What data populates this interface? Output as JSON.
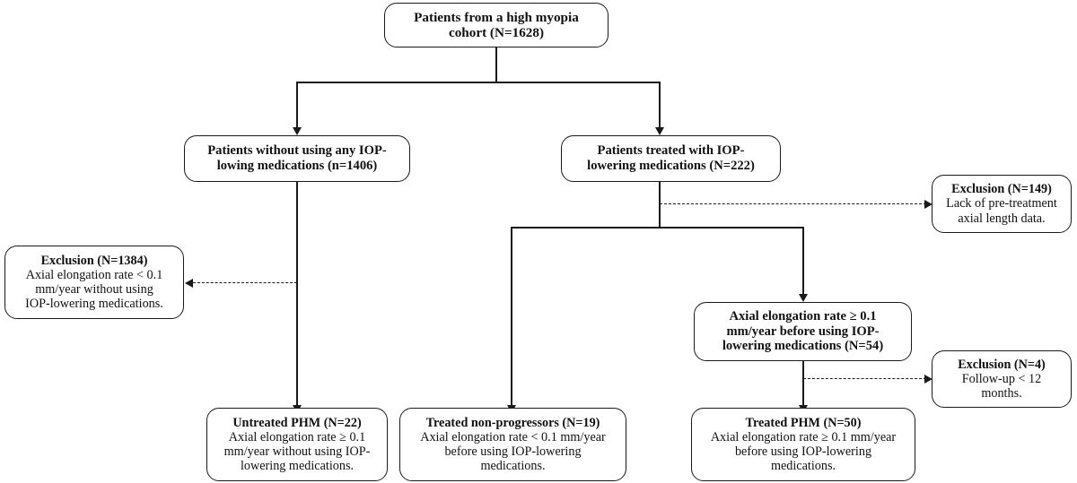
{
  "figure": {
    "type": "flowchart",
    "orientation": "top-down",
    "accent_color": "#1a1a1a",
    "background_color": "#ffffff"
  },
  "nodes": {
    "cohort": {
      "title": "Patients from a high myopia",
      "title2": "cohort (N=1628)",
      "count": "N=1628"
    },
    "untreated_group": {
      "title": "Patients without using any IOP-",
      "title2": "lowing medications (n=1406)",
      "count": "n=1406"
    },
    "treated_group": {
      "title": "Patients treated with IOP-",
      "title2": "lowering medications (N=222)",
      "count": "N=222"
    },
    "exclusion_149": {
      "title": "Exclusion (N=149)",
      "line1": "Lack of pre-treatment",
      "line2": "axial length data.",
      "count": "N=149"
    },
    "exclusion_1384": {
      "title": "Exclusion (N=1384)",
      "line1": "Axial elongation rate < 0.1",
      "line2": "mm/year without using",
      "line3": "IOP-lowering medications.",
      "count": "N=1384"
    },
    "elongation_criteria": {
      "title": "Axial elongation rate ≥ 0.1",
      "title2": "mm/year before using IOP-",
      "title3": "lowering medications (N=54)",
      "count": "N=54"
    },
    "exclusion_4": {
      "title": "Exclusion (N=4)",
      "line1": "Follow-up < 12",
      "line2": "months.",
      "count": "N=4"
    },
    "untreated_phm": {
      "title": "Untreated PHM (N=22)",
      "line1": "Axial elongation rate ≥ 0.1",
      "line2": "mm/year without using IOP-",
      "line3": "lowering medications.",
      "count": "N=22"
    },
    "treated_nonprogressors": {
      "title": "Treated non-progressors (N=19)",
      "line1": "Axial elongation rate < 0.1 mm/year",
      "line2": "before using IOP-lowering",
      "line3": "medications.",
      "count": "N=19"
    },
    "treated_phm": {
      "title": "Treated PHM (N=50)",
      "line1": "Axial elongation rate ≥ 0.1 mm/year",
      "line2": "before using IOP-lowering",
      "line3": "medications.",
      "count": "N=50"
    }
  }
}
